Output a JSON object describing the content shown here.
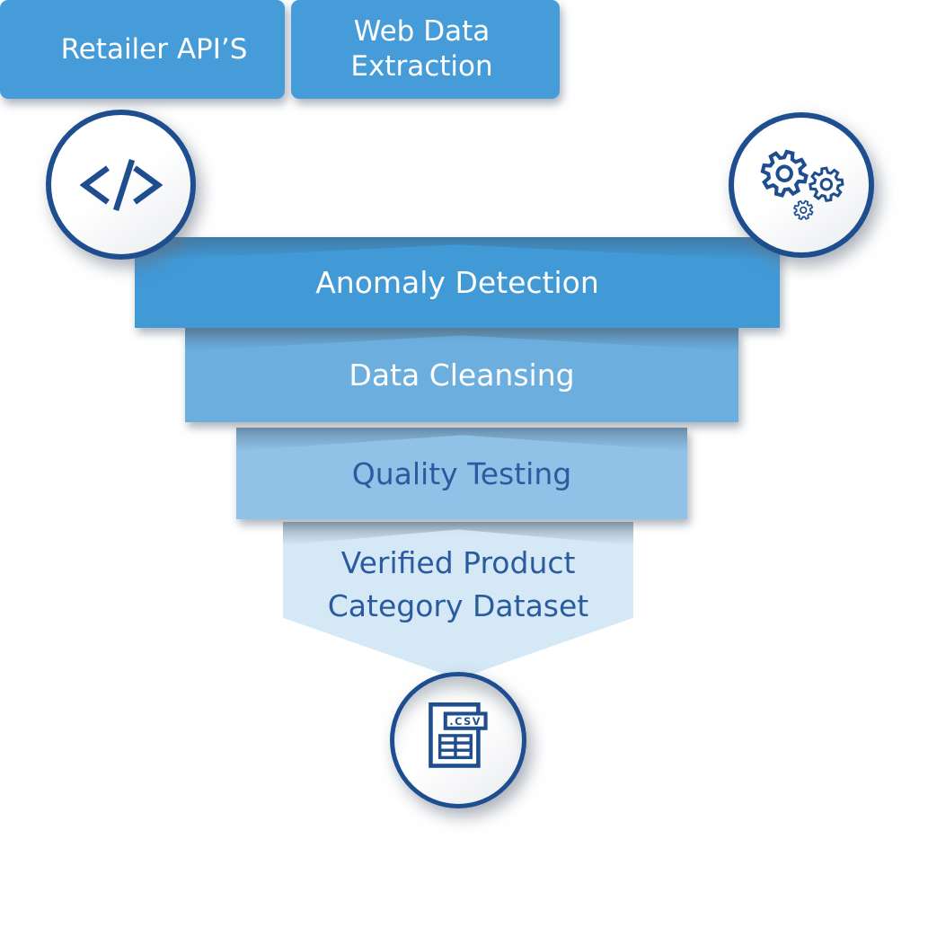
{
  "diagram": {
    "type": "funnel",
    "description": "Data pipeline funnel from retailer sources to verified CSV dataset"
  },
  "funnel": {
    "sources": {
      "retailer_apis": "Retailer API’S",
      "web_data_extraction": "Web Data Extraction"
    },
    "stages": [
      {
        "label": "Anomaly Detection"
      },
      {
        "label": "Data Cleansing"
      },
      {
        "label": "Quality Testing"
      },
      {
        "label": "Verified Product Category Dataset"
      }
    ],
    "output_icon_label": ".CSV"
  },
  "icons": {
    "left_badge": "code-icon",
    "right_badge": "gears-icon",
    "bottom_badge": "csv-file-icon"
  },
  "colors": {
    "level_sources": "#469CD8",
    "level_anomaly_detection": "#4199D6",
    "level_data_cleansing": "#6CAFDE",
    "level_quality_testing": "#90C1E7",
    "level_verified_dataset": "#D5E8F6",
    "outline_navy": "#1E4E8F",
    "text_navy": "#2B5B9F",
    "text_white": "#FFFFFF",
    "background": "#FFFFFF"
  }
}
